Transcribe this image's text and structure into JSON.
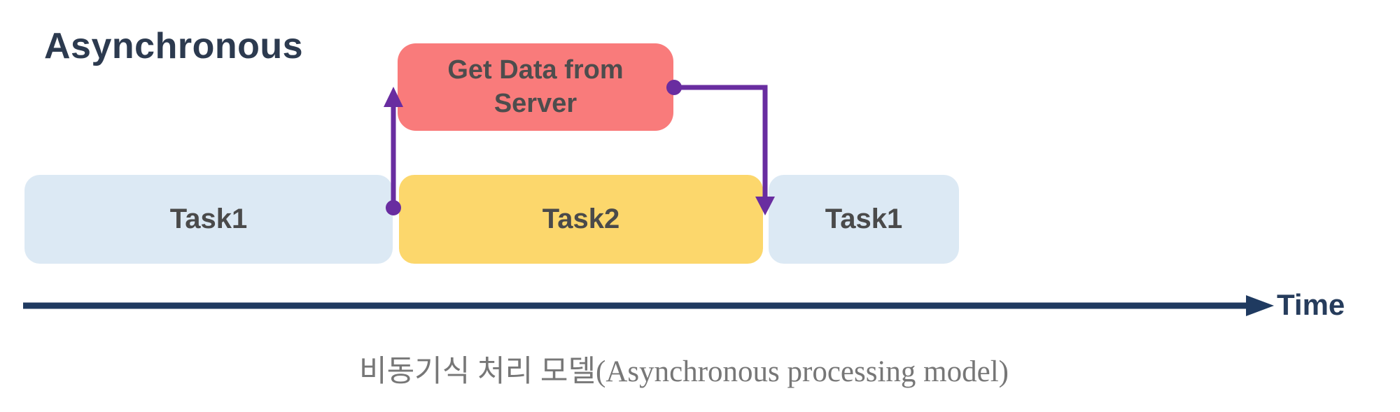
{
  "diagram": {
    "title": "Asynchronous",
    "callout": {
      "label": "Get Data from Server"
    },
    "tasks": [
      {
        "label": "Task1",
        "color": "#DCE9F4"
      },
      {
        "label": "Task2",
        "color": "#FCD76C"
      },
      {
        "label": "Task1",
        "color": "#DCE9F4"
      }
    ],
    "timeline": {
      "label": "Time"
    },
    "caption": "비동기식 처리 모델(Asynchronous processing model)",
    "colors": {
      "title_navy": "#2C3A4F",
      "callout_red": "#F97B7B",
      "task_blue": "#DCE9F4",
      "task_yellow": "#FCD76C",
      "arrow_purple": "#692DA0",
      "timeline_navy": "#1F3A60",
      "box_text_gray": "#4A4A4A",
      "caption_gray": "#777777"
    }
  }
}
